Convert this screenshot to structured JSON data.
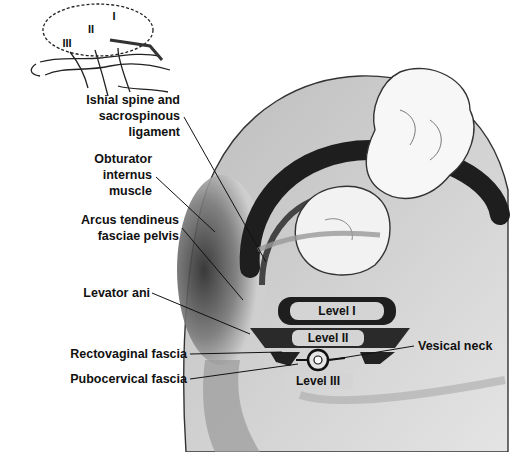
{
  "diagram": {
    "labels": [
      "I",
      "II",
      "III",
      "Ishial spine and sacrospinous ligament",
      "Obturator internus muscle",
      "Arcus tendineus fasciae pelvis",
      "Level I",
      "Level II",
      "Levator ani",
      "Vesical neck",
      "Rectovaginal fascia",
      "Pubocervical fascia",
      "Level III"
    ]
  }
}
